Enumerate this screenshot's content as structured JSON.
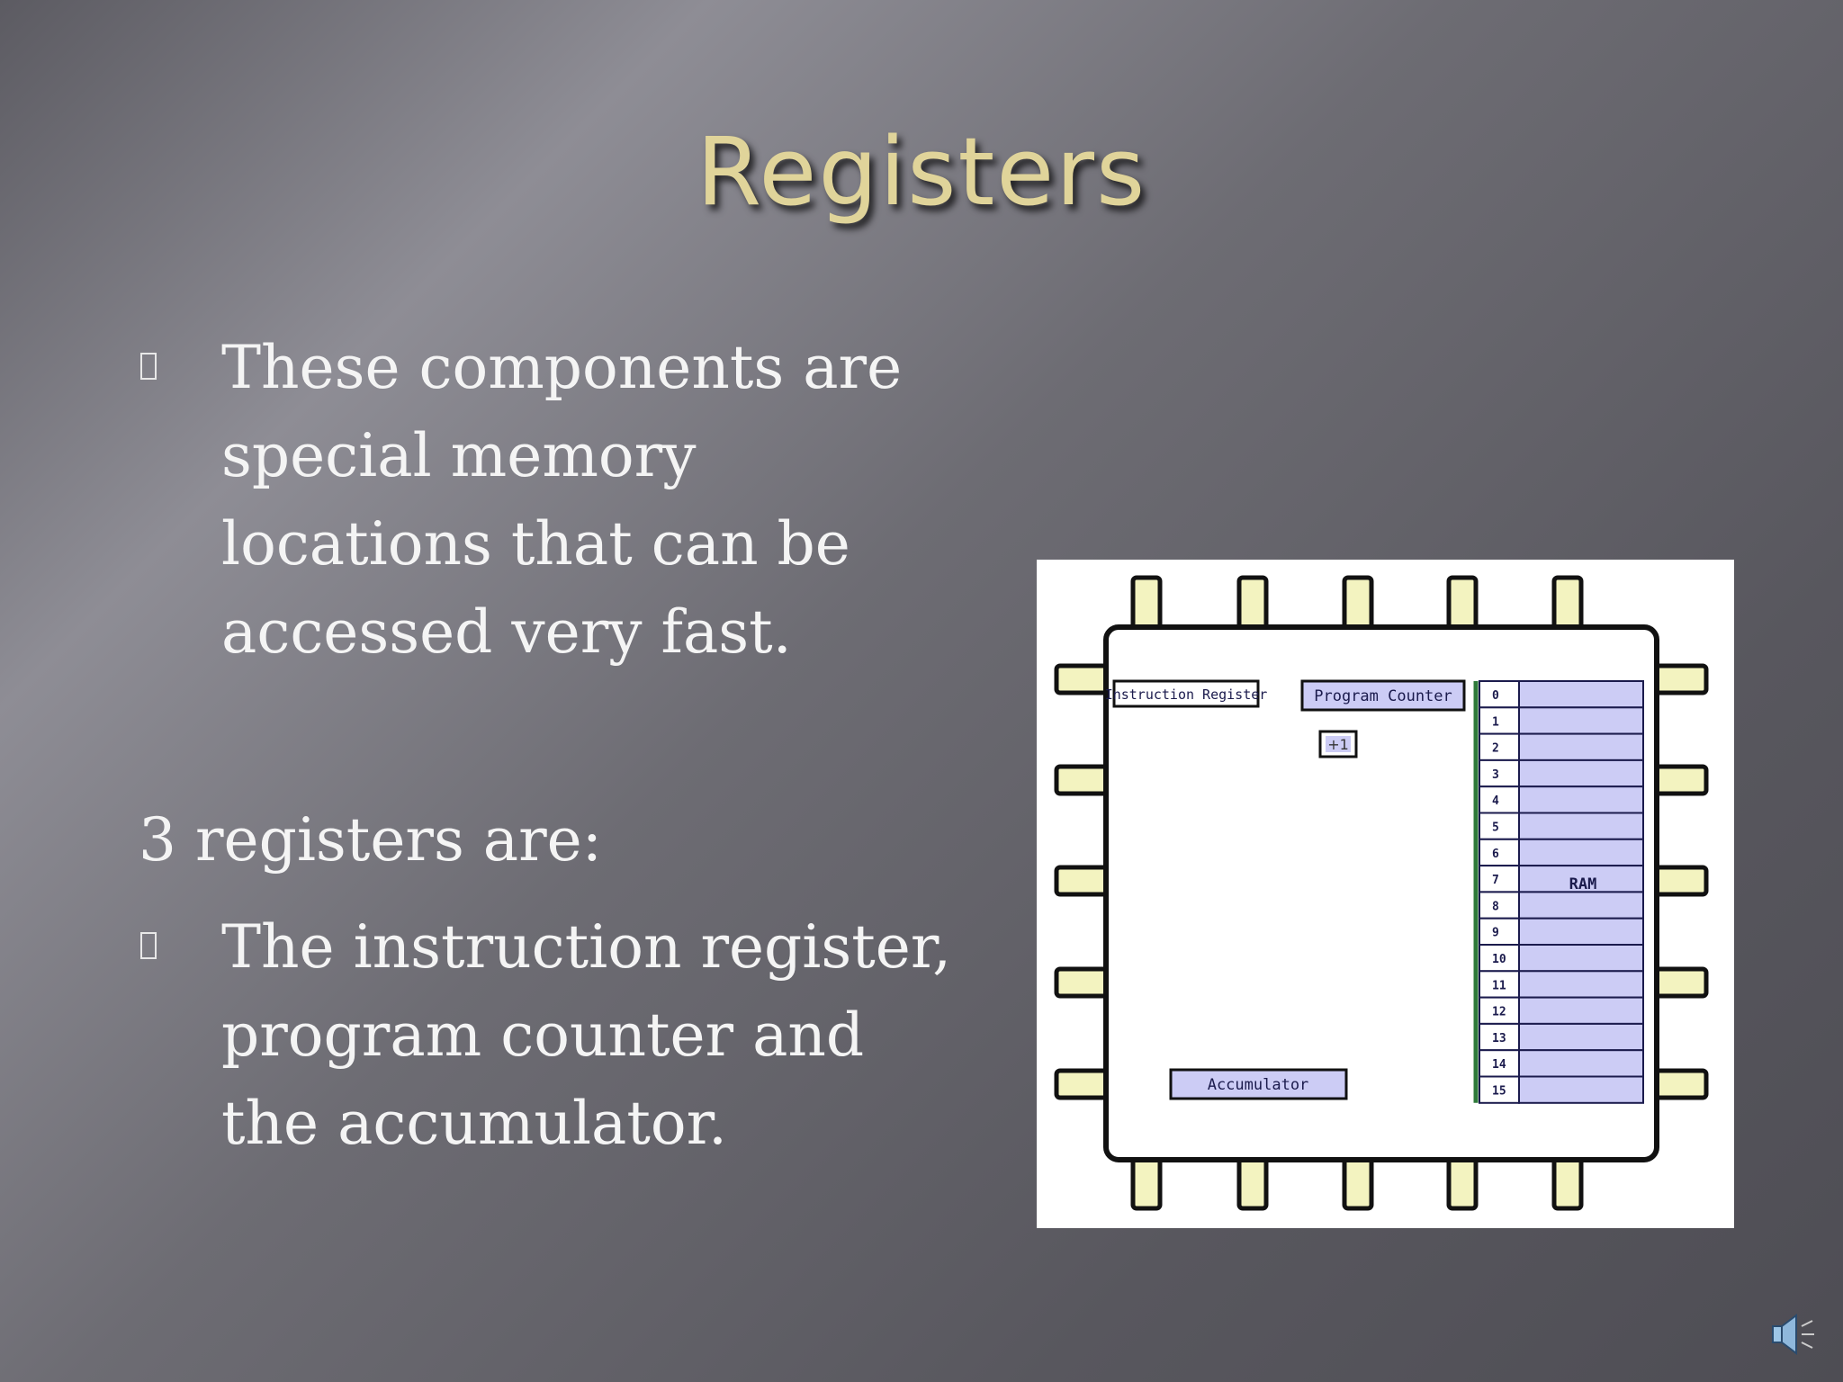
{
  "slide": {
    "title": "Registers",
    "bullets": [
      [
        "These components are",
        "special memory",
        "locations that can be",
        "accessed very fast."
      ]
    ],
    "intro_line": "3 registers are:",
    "bullets2": [
      [
        "The instruction register,",
        "program counter and",
        "the accumulator."
      ]
    ]
  },
  "diagram": {
    "instruction_register": "Instruction Register",
    "program_counter": "Program Counter",
    "increment": "+1",
    "accumulator": "Accumulator",
    "ram_label": "RAM",
    "ram_addresses": [
      "0",
      "1",
      "2",
      "3",
      "4",
      "5",
      "6",
      "7",
      "8",
      "9",
      "10",
      "11",
      "12",
      "13",
      "14",
      "15"
    ]
  },
  "icons": {
    "bullet": "square-bullet-icon",
    "sound": "speaker-icon"
  },
  "colors": {
    "title": "#e0d49a",
    "pin": "#f3f3c0",
    "register": "#ccccf5"
  }
}
